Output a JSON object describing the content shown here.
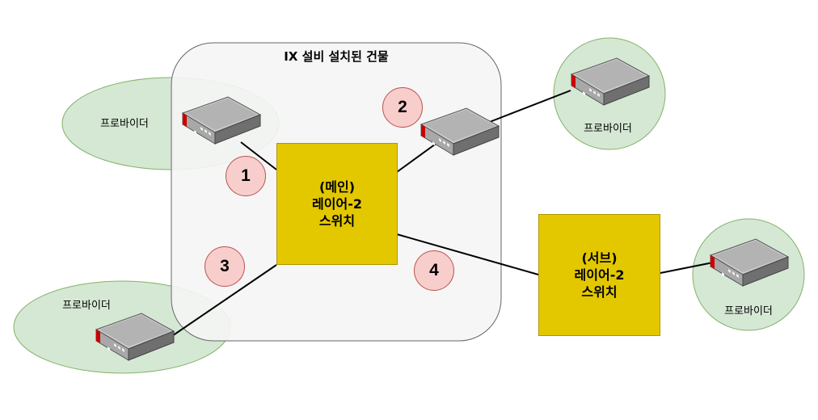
{
  "building": {
    "title": "IX 설비 설치된 건물"
  },
  "main_switch": {
    "line1": "(메인)",
    "line2": "레이어-2",
    "line3": "스위치"
  },
  "sub_switch": {
    "line1": "(서브)",
    "line2": "레이어-2",
    "line3": "스위치"
  },
  "providers": [
    {
      "label": "프로바이더"
    },
    {
      "label": "프로바이더"
    },
    {
      "label": "프로바이더"
    },
    {
      "label": "프로바이더"
    }
  ],
  "badges": [
    "1",
    "2",
    "3",
    "4"
  ],
  "colors": {
    "building_fill": "#f5f5f5",
    "provider_fill": "#d5e8d4",
    "provider_stroke": "#82b366",
    "switch_fill": "#e3c800",
    "badge_fill": "#f8cecc",
    "router_accent": "#cc0000"
  },
  "icons": [
    "router-icon"
  ]
}
